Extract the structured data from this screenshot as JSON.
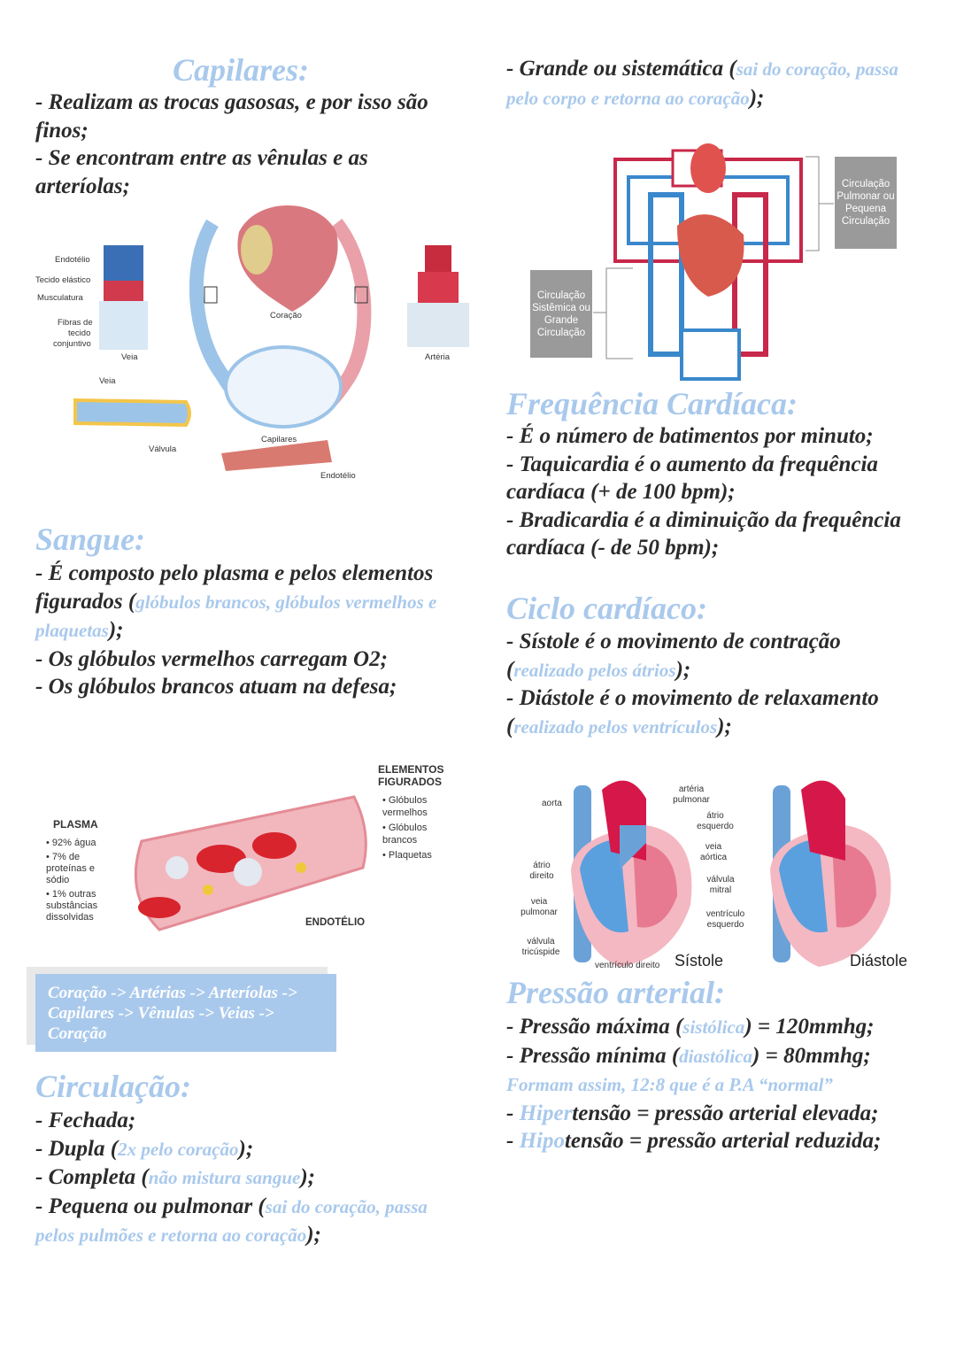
{
  "colors": {
    "accent": "#a9c9ec",
    "text": "#2b2b2b",
    "box": "#a9c9ec",
    "grey_label": "#9a9a9a"
  },
  "capilares": {
    "title": "Capilares:",
    "lines": [
      [
        {
          "t": "- Realizam as trocas gasosas, e por isso são finos;"
        }
      ],
      [
        {
          "t": "- Se encontram entre as vênulas e as arteríolas;"
        }
      ]
    ],
    "figure": {
      "labels": [
        "Endotélio",
        "Tecido elástico",
        "Musculatura",
        "Fibras de",
        "tecido",
        "conjuntivo",
        "Veia",
        "Coração",
        "Artéria",
        "Veia",
        "Válvula",
        "Capilares",
        "Endotélio"
      ]
    }
  },
  "sangue": {
    "title": "Sangue:",
    "lines": [
      [
        {
          "t": "- É composto pelo plasma e pelos elementos figurados ("
        },
        {
          "t": "glóbulos brancos, glóbulos vermelhos e plaquetas",
          "hl": true
        },
        {
          "t": ");"
        }
      ],
      [
        {
          "t": "- Os glóbulos vermelhos carregam O2;"
        }
      ],
      [
        {
          "t": "- Os glóbulos brancos atuam na defesa;"
        }
      ]
    ],
    "figure": {
      "plasma_title": "PLASMA",
      "plasma_items": [
        "92% água",
        "7% de proteínas e sódio",
        "1% outras substâncias dissolvidas"
      ],
      "elements_title": "ELEMENTOS FIGURADOS",
      "elements_items": [
        "Glóbulos vermelhos",
        "Glóbulos brancos",
        "Plaquetas"
      ],
      "endotelio": "ENDOTÉLIO"
    }
  },
  "flow_box": "Coração -> Artérias -> Arteríolas -> Capilares -> Vênulas -> Veias -> Coração",
  "circulacao": {
    "title": "Circulação:",
    "lines": [
      [
        {
          "t": "- Fechada;"
        }
      ],
      [
        {
          "t": "- Dupla ("
        },
        {
          "t": "2x pelo coração",
          "hl": true
        },
        {
          "t": ");"
        }
      ],
      [
        {
          "t": "- Completa ("
        },
        {
          "t": "não mistura sangue",
          "hl": true
        },
        {
          "t": ");"
        }
      ],
      [
        {
          "t": "- Pequena ou pulmonar ("
        },
        {
          "t": "sai do coração, passa pelos pulmões e retorna ao coração",
          "hl": true
        },
        {
          "t": ");"
        }
      ]
    ]
  },
  "grande": {
    "lines": [
      [
        {
          "t": "- Grande ou sistemática ("
        },
        {
          "t": "sai do coração, passa pelo corpo e retorna ao coração",
          "hl": true
        },
        {
          "t": ");"
        }
      ]
    ],
    "figure": {
      "pulmonar": "Circulação Pulmonar ou Pequena Circulação",
      "sistemica": "Circulação Sistêmica ou Grande Circulação"
    }
  },
  "frequencia": {
    "title": "Frequência Cardíaca:",
    "lines": [
      [
        {
          "t": "- É o número de batimentos por minuto;"
        }
      ],
      [
        {
          "t": "- Taquicardia é o aumento da frequência cardíaca (+ de 100 bpm);"
        }
      ],
      [
        {
          "t": "- Bradicardia é a diminuição da frequência cardíaca (- de 50 bpm);"
        }
      ]
    ]
  },
  "ciclo": {
    "title": "Ciclo cardíaco:",
    "lines": [
      [
        {
          "t": "- Sístole é o movimento de contração ("
        },
        {
          "t": "realizado pelos átrios",
          "hl": true
        },
        {
          "t": ");"
        }
      ],
      [
        {
          "t": "- Diástole é o movimento de relaxamento ("
        },
        {
          "t": "realizado pelos ventrículos",
          "hl": true
        },
        {
          "t": ");"
        }
      ]
    ],
    "figure": {
      "labels": [
        "aorta",
        "artéria pulmonar",
        "átrio esquerdo",
        "veia aórtica",
        "válvula mitral",
        "ventrículo esquerdo",
        "átrio direito",
        "veia pulmonar",
        "válvula tricúspide",
        "ventrículo direito"
      ],
      "sistole": "Sístole",
      "diastole": "Diástole"
    }
  },
  "pressao": {
    "title": "Pressão arterial:",
    "lines": [
      [
        {
          "t": "- Pressão máxima ("
        },
        {
          "t": "sistólica",
          "hl": true
        },
        {
          "t": ") = 120mmhg;"
        }
      ],
      [
        {
          "t": "- Pressão mínima ("
        },
        {
          "t": "diastólica",
          "hl": true
        },
        {
          "t": ") = 80mmhg;"
        }
      ],
      [
        {
          "t": "Formam assim, 12:8 que é a P.A “normal”",
          "hl": true
        }
      ],
      [
        {
          "t": "- "
        },
        {
          "t": "Hiper",
          "hl": true,
          "big": true
        },
        {
          "t": "tensão = pressão arterial elevada;"
        }
      ],
      [
        {
          "t": "- "
        },
        {
          "t": "Hipo",
          "hl": true,
          "big": true
        },
        {
          "t": "tensão = pressão arterial reduzida;"
        }
      ]
    ]
  }
}
